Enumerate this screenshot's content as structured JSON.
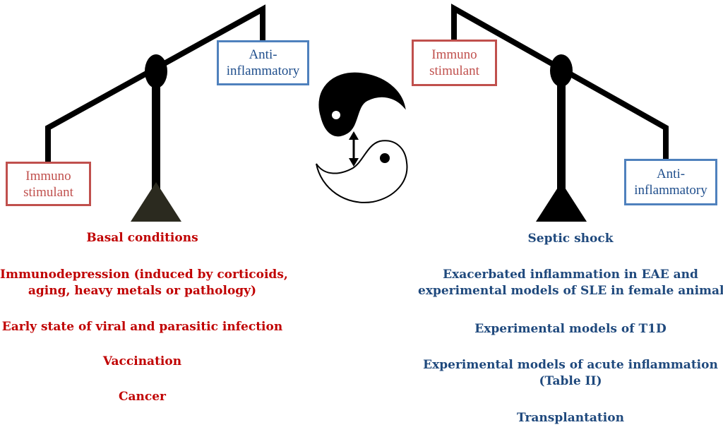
{
  "left_scale": {
    "low_box": [
      "Immuno",
      "stimulant"
    ],
    "high_box": [
      "Anti-",
      "inflammatory"
    ]
  },
  "right_scale": {
    "high_box": [
      "Immuno",
      "stimulant"
    ],
    "low_box": [
      "Anti-",
      "inflammatory"
    ]
  },
  "left_conditions": [
    [
      "Basal conditions"
    ],
    [
      "Immunodepression (induced by corticoids,",
      "aging, heavy metals or pathology)"
    ],
    [
      "Early state of viral  and parasitic infection"
    ],
    [
      "Vaccination"
    ],
    [
      "Cancer"
    ]
  ],
  "right_conditions": [
    [
      "Septic shock"
    ],
    [
      "Exacerbated inflammation in EAE  and",
      "experimental models of SLE in female animals"
    ],
    [
      "Experimental models of T1D"
    ],
    [
      "Experimental models of acute inflammation",
      "(Table II)"
    ],
    [
      "Transplantation"
    ]
  ],
  "colors": {
    "immuno_border": "#c0504d",
    "anti_border": "#4f81bd",
    "left_text": "#c00000",
    "right_text": "#1f497d",
    "scale": "#000000",
    "scale_base": "#2b2a1f"
  },
  "icons": {
    "center_symbol": "yin-yang-icon",
    "arrow": "double-arrow-icon"
  }
}
